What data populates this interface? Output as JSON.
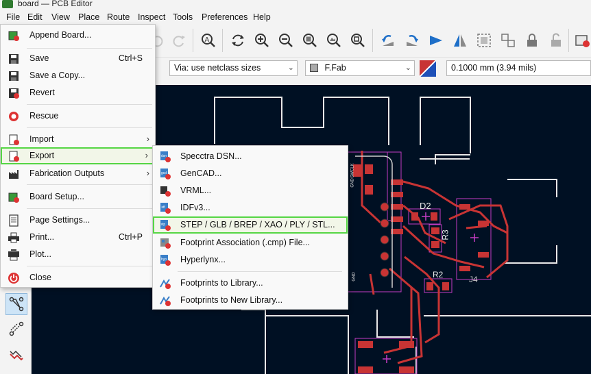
{
  "window": {
    "title": "board — PCB Editor"
  },
  "menubar": [
    "File",
    "Edit",
    "View",
    "Place",
    "Route",
    "Inspect",
    "Tools",
    "Preferences",
    "Help"
  ],
  "toolbar2": {
    "via": "Via: use netclass sizes",
    "layer": "F.Fab",
    "grid": "0.1000 mm (3.94 mils)"
  },
  "file_menu": {
    "append": "Append Board...",
    "save": "Save",
    "save_sc": "Ctrl+S",
    "save_copy": "Save a Copy...",
    "revert": "Revert",
    "rescue": "Rescue",
    "import": "Import",
    "export": "Export",
    "fab": "Fabrication Outputs",
    "board_setup": "Board Setup...",
    "page_settings": "Page Settings...",
    "print": "Print...",
    "print_sc": "Ctrl+P",
    "plot": "Plot...",
    "close": "Close"
  },
  "export_menu": {
    "specctra": "Specctra DSN...",
    "gencad": "GenCAD...",
    "vrml": "VRML...",
    "idf": "IDFv3...",
    "step": "STEP / GLB / BREP / XAO / PLY / STL...",
    "fp_assoc": "Footprint Association (.cmp) File...",
    "hyperlynx": "Hyperlynx...",
    "fp_lib": "Footprints to Library...",
    "fp_new_lib": "Footprints to New Library..."
  },
  "pcb_labels": {
    "d2": "D2",
    "r3": "R3",
    "r2": "R2",
    "j4": "J4",
    "gnd1": "GND",
    "swclk": "SWCLK",
    "gnd2": "GND"
  },
  "colors": {
    "canvas": "#001023",
    "track": "#c83434",
    "outline": "#e8e8e8",
    "highlight": "#55d644",
    "courtyard": "#c43cc4"
  }
}
